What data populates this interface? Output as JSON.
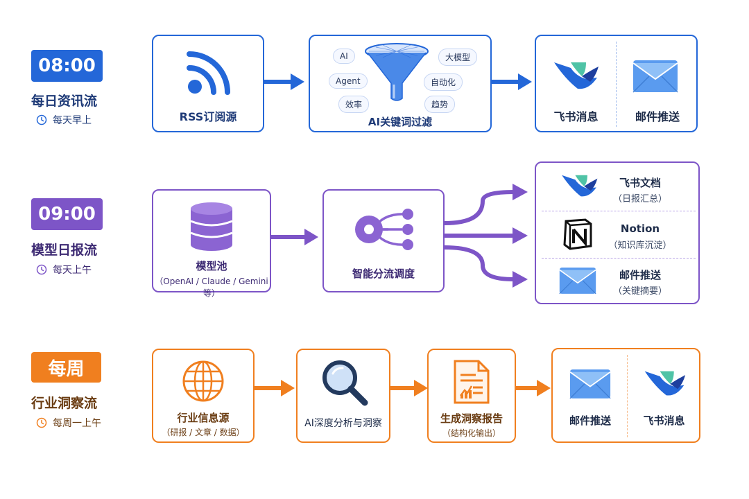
{
  "flows": [
    {
      "time": "08:00",
      "title": "每日资讯流",
      "schedule": "每天早上",
      "source": "RSS订阅源",
      "filter": {
        "label": "AI关键词过滤",
        "keywords": [
          "AI",
          "大模型",
          "Agent",
          "自动化",
          "效率",
          "趋势"
        ]
      },
      "outputs": [
        "飞书消息",
        "邮件推送"
      ],
      "color": "#2467d8"
    },
    {
      "time": "09:00",
      "title": "模型日报流",
      "schedule": "每天上午",
      "source": "模型池",
      "source_sub": "（OpenAI / Claude / Gemini等）",
      "router": "智能分流调度",
      "outputs": [
        {
          "name": "飞书文档",
          "sub": "（日报汇总）"
        },
        {
          "name": "Notion",
          "sub": "（知识库沉淀）"
        },
        {
          "name": "邮件推送",
          "sub": "（关键摘要）"
        }
      ],
      "color": "#7d55c7"
    },
    {
      "time": "每周",
      "title": "行业洞察流",
      "schedule": "每周一上午",
      "source": "行业信息源",
      "source_sub": "（研报 / 文章 / 数据）",
      "analysis": "AI深度分析与洞察",
      "report": "生成洞察报告",
      "report_sub": "（结构化输出）",
      "outputs": [
        "邮件推送",
        "飞书消息"
      ],
      "color": "#f07f1f"
    }
  ]
}
